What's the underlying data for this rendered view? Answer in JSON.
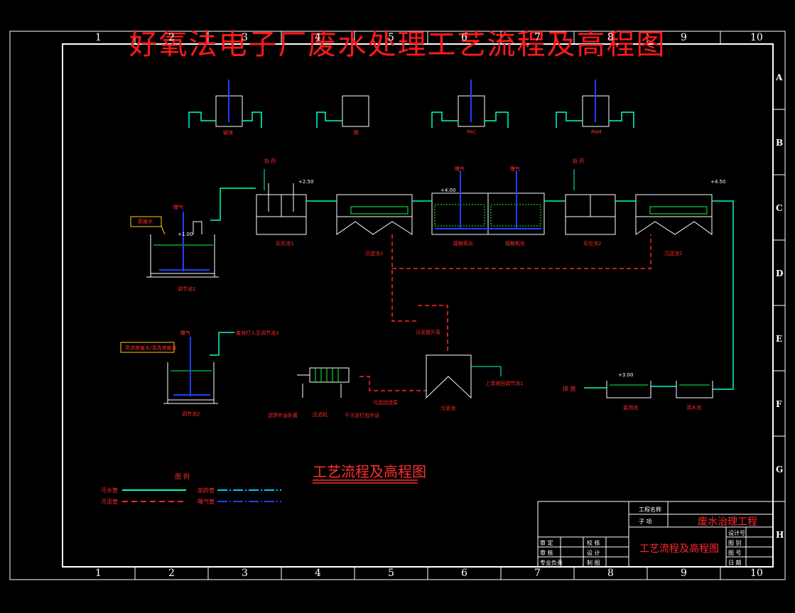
{
  "title": "好氧法电子厂废水处理工艺流程及高程图",
  "subtitle": "工艺流程及高程图",
  "column_numbers": [
    "1",
    "2",
    "3",
    "4",
    "5",
    "6",
    "7",
    "8",
    "9",
    "10"
  ],
  "row_letters": [
    "A",
    "B",
    "C",
    "D",
    "E",
    "F",
    "G",
    "H"
  ],
  "dosing_tanks": [
    "碱液",
    "酸",
    "PAC",
    "PAM"
  ],
  "labels": {
    "aeration": "曝气",
    "inflow_water": "原废水",
    "dosing": "投 药",
    "dosing2": "投 药",
    "reaction_tank_1": "反应池1",
    "settling_tank_1": "沉淀池1",
    "contact_oxidation_1": "接触氧化",
    "contact_oxidation_2": "接触氧化",
    "reaction_tank_2": "反应池2",
    "settling_tank_2": "沉淀池2",
    "equalization_tank_1": "调节池1",
    "equalization_tank_2": "调节池2",
    "high_conc_wastewater": "高浓度废水/清洗液废液",
    "to_equalization": "废液打入至调节池1",
    "sludge_pump": "污泥提升泵",
    "sludge_thickener": "污泥池",
    "supernatant": "上清液回调节池1",
    "filter_press": "压滤机",
    "screw_pump": "污泥回流泵",
    "mud_cake": "滤饼外运处置",
    "filtrate": "干污泥打包外运",
    "discharge": "排 放",
    "monitoring_tank": "监测池",
    "clear_water_tank": "清水池",
    "elev_1": "+1.00",
    "elev_2": "+2.50",
    "elev_3": "+4.00",
    "elev_4": "+4.50",
    "elev_5": "+3.00"
  },
  "legend": {
    "title": "图 例",
    "items": [
      {
        "label": "污水管",
        "color": "#00ffc8",
        "style": "solid"
      },
      {
        "label": "加药管",
        "color": "#00c8ff",
        "style": "dashdot"
      },
      {
        "label": "污泥管",
        "color": "#ff2a2a",
        "style": "dashed"
      },
      {
        "label": "曝气管",
        "color": "#2040ff",
        "style": "dashdot"
      }
    ]
  },
  "title_block": {
    "project_name_label": "工程名称",
    "sub_item_label": "子 项",
    "project_name": "废水治理工程",
    "drawing_name": "工艺流程及高程图",
    "rows_left": [
      "审 定",
      "审 核",
      "专业负责"
    ],
    "rows_mid": [
      "校 核",
      "设 计",
      "制 图"
    ],
    "rows_right": [
      "设计号",
      "图 别",
      "图 号",
      "日 期"
    ]
  },
  "colors": {
    "frame": "#ffffff",
    "water_pipe": "#00ffc8",
    "sludge_pipe": "#ff2a2a",
    "air_pipe": "#2040ff",
    "title_red": "#ff1a1a",
    "tank_outline": "#ffffff",
    "water_level": "#00ff40"
  }
}
